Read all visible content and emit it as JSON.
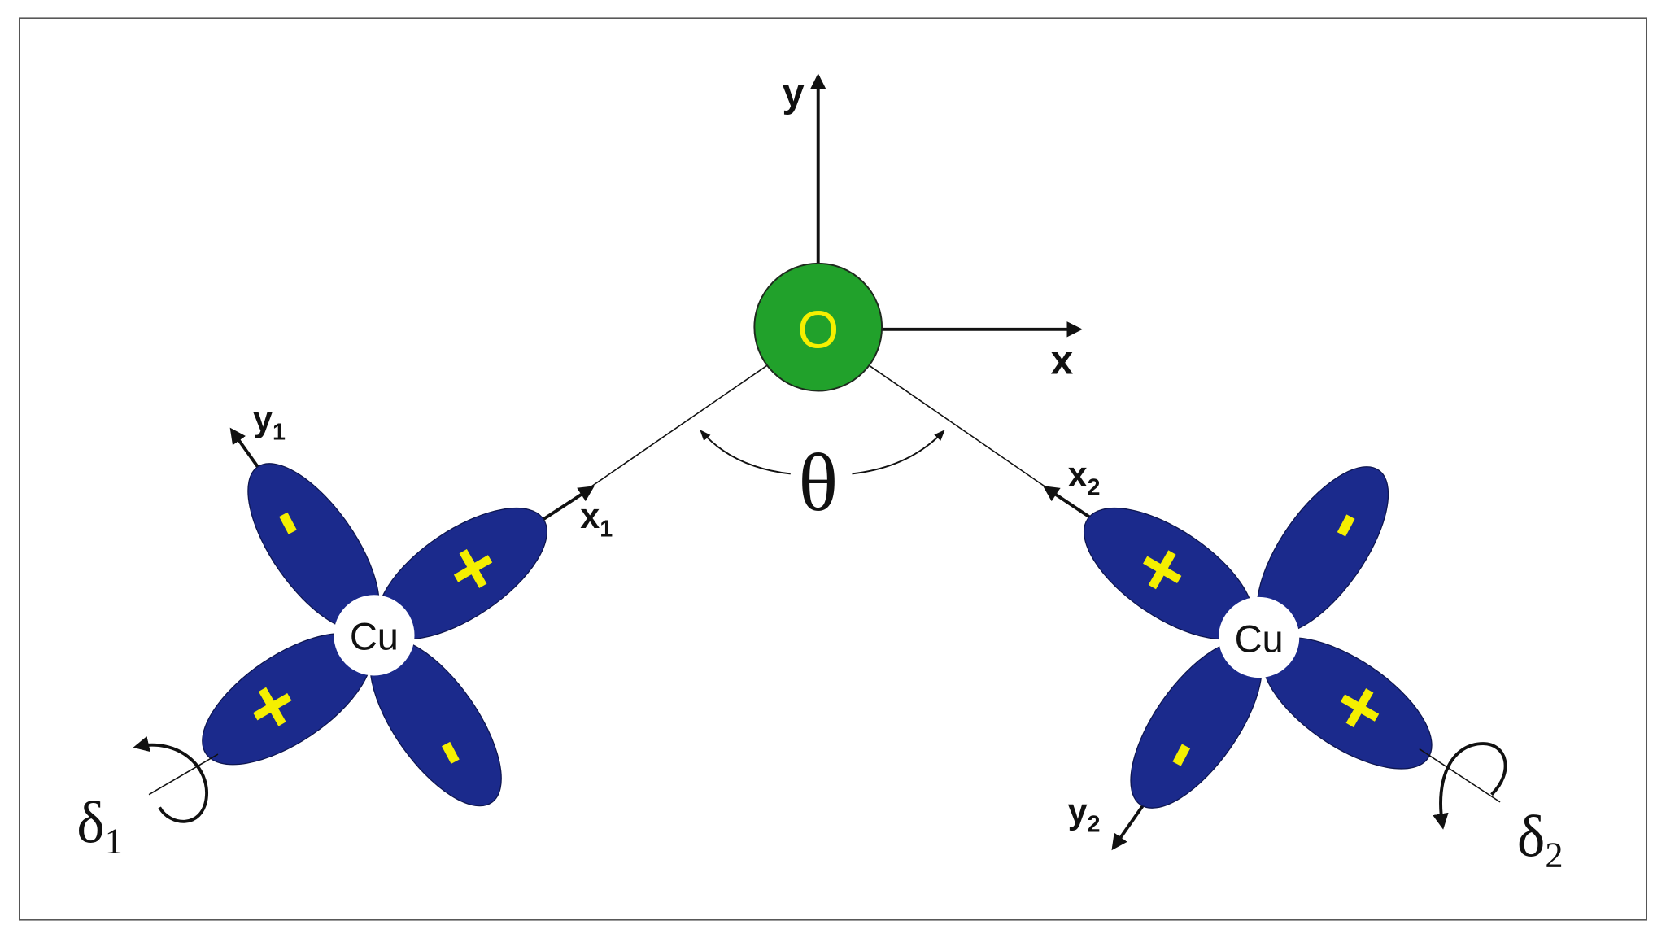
{
  "axes": {
    "y": "y",
    "x": "x"
  },
  "oxygen": {
    "label": "O"
  },
  "angle": {
    "label": "θ"
  },
  "copper_left": {
    "label": "Cu",
    "x_axis": {
      "label": "x",
      "sub": "1"
    },
    "y_axis": {
      "label": "y",
      "sub": "1"
    },
    "rotation": {
      "label": "δ",
      "sub": "1"
    },
    "lobe_signs": {
      "upper": "-",
      "right": "+",
      "left": "+",
      "lower": "-"
    }
  },
  "copper_right": {
    "label": "Cu",
    "x_axis": {
      "label": "x",
      "sub": "2"
    },
    "y_axis": {
      "label": "y",
      "sub": "2"
    },
    "rotation": {
      "label": "δ",
      "sub": "2"
    },
    "lobe_signs": {
      "upper": "-",
      "left": "+",
      "right": "+",
      "lower": "-"
    }
  },
  "colors": {
    "lobe": "#1b2a8c",
    "sign": "#f5ef00",
    "oxygen": "#21a12b",
    "oxygen_label": "#f5ef00",
    "copper": "#ffffff"
  }
}
